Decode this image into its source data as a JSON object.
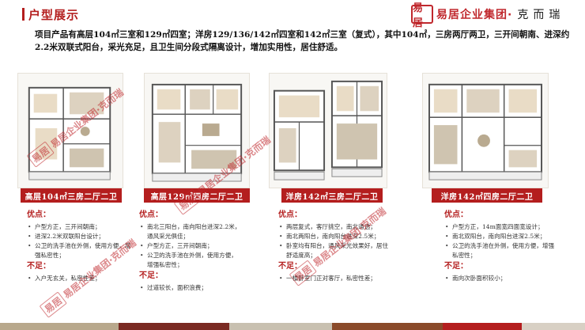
{
  "header": {
    "title": "户型展示",
    "brand_seal": "易居",
    "brand_name": "易居企业集团·",
    "brand_sub": "克而瑞"
  },
  "intro": "项目产品有高层104㎡三室和129㎡四室；洋房129/136/142㎡四室和142㎡三室（复式），其中104㎡，三房两厅两卫，三开间朝南、进深约2.2米双联式阳台，采光充足，且卫生间分段式隔离设计，增加实用性，居住舒适。",
  "watermark": "易居企业集团·克而瑞",
  "cards": [
    {
      "banner": "高层104㎡三房二厅二卫",
      "pros_title": "优点：",
      "pros": [
        "户型方正，三开间朝南；",
        "进深2.2米双联阳台设计；",
        "公卫的洗手池在外侧，使用方便，增强私密性；"
      ],
      "cons_title": "不足：",
      "cons": [
        "入户无玄关，私密性差；"
      ]
    },
    {
      "banner": "高层129㎡四房二厅二卫",
      "pros_title": "优点：",
      "pros": [
        "南北三阳台，南向阳台进深2.2米，通风采光俱佳；",
        "户型方正，三开间朝南；",
        "公卫的洗手池在外侧，使用方便，增强私密性；"
      ],
      "cons_title": "不足：",
      "cons": [
        "过道较长，面积浪费；"
      ]
    },
    {
      "banner": "洋房142㎡三房二厅二卫",
      "pros_title": "优点：",
      "pros": [
        "两层复式，客厅挑空，南北通透；",
        "南北两阳台，南向阳台进深2.5米；",
        "卧室均有阳台，通风采光效果好，居住舒适度高；"
      ],
      "cons_title": "不足：",
      "cons": [
        "一楼卧室门正对客厅，私密性差；"
      ]
    },
    {
      "banner": "洋房142㎡四房二厅二卫",
      "pros_title": "优点：",
      "pros": [
        "户型方正，14m面宽四面宽设计；",
        "南北双阳台，南向阳台进深2.5米；",
        "公卫的洗手池在外侧，使用方便，增强私密性；"
      ],
      "cons_title": "不足：",
      "cons": [
        "南向次卧面积较小；"
      ]
    }
  ],
  "colors": {
    "accent": "#b41e1e",
    "footer": [
      "#b8a88c",
      "#7a2a22",
      "#c8c0b0",
      "#8a4a2a",
      "#b41e1e",
      "#d8d0c4"
    ]
  }
}
